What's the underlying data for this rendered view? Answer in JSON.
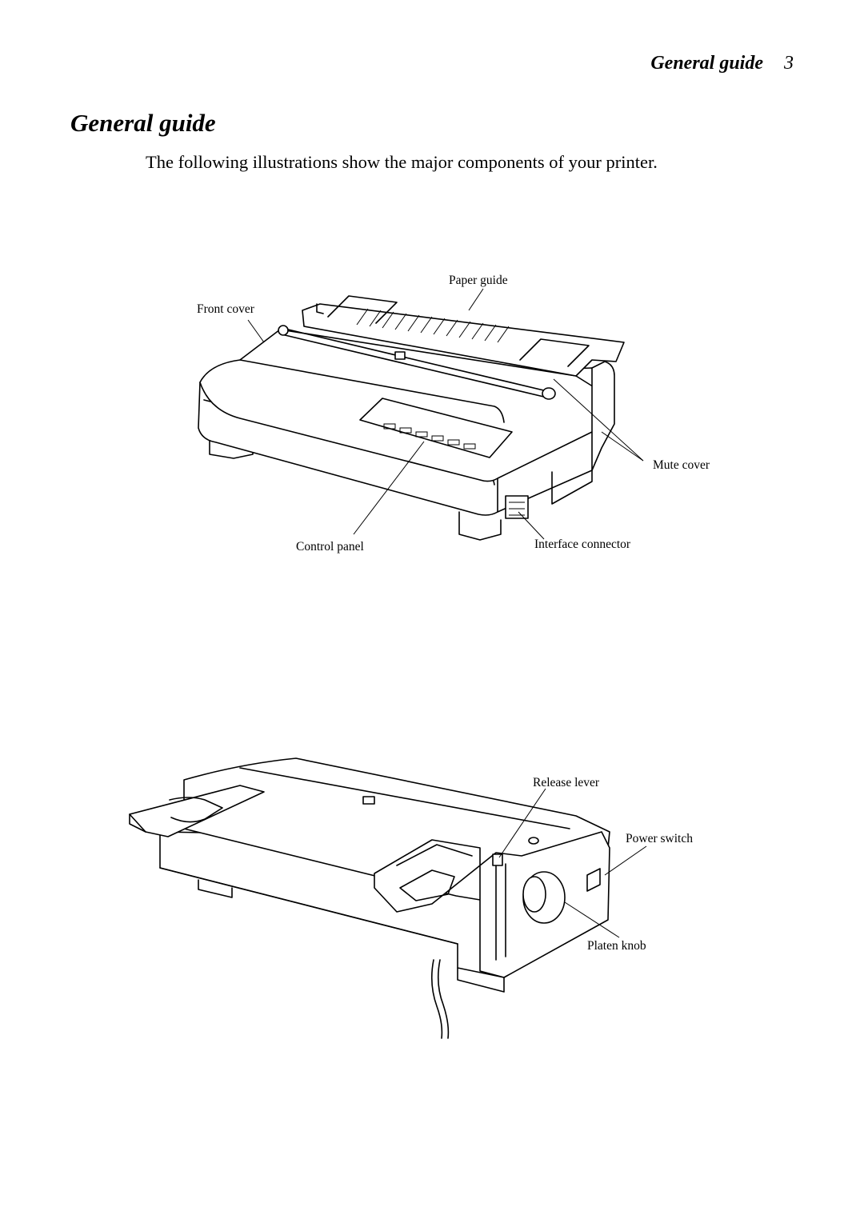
{
  "header": {
    "running_title": "General guide",
    "page_number": "3"
  },
  "section_title": "General guide",
  "intro_text": "The following illustrations show the major components of your printer.",
  "figure_front": {
    "labels": {
      "paper_guide": "Paper guide",
      "front_cover": "Front cover",
      "mute_cover": "Mute cover",
      "control_panel": "Control panel",
      "interface_connector": "Interface connector"
    }
  },
  "figure_rear": {
    "labels": {
      "release_lever": "Release lever",
      "power_switch": "Power switch",
      "platen_knob": "Platen knob"
    }
  }
}
